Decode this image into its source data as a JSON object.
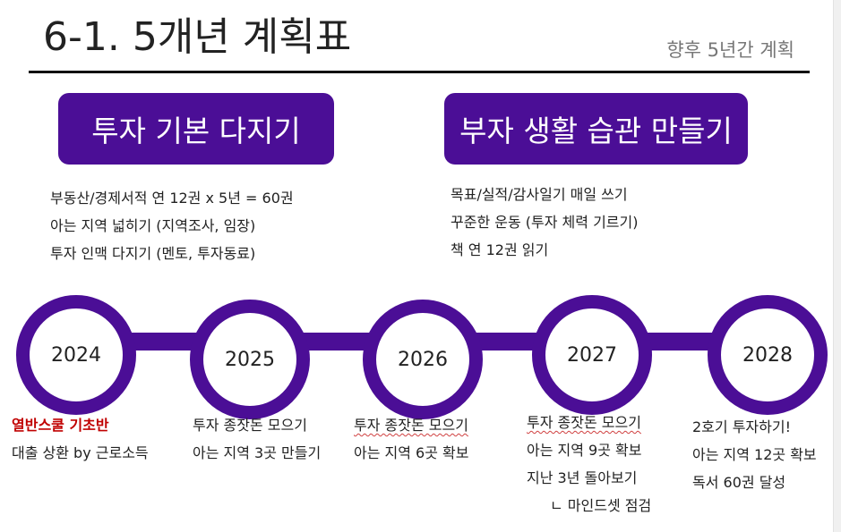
{
  "header": {
    "title": "6-1. 5개년 계획표",
    "subtitle": "향후 5년간 계획"
  },
  "colors": {
    "accent": "#4b0e96",
    "highlight_red": "#c00000"
  },
  "goals": [
    {
      "title": "투자 기본 다지기",
      "items": [
        "부동산/경제서적 연 12권 x 5년 = 60권",
        "아는 지역 넓히기 (지역조사, 임장)",
        "투자 인맥 다지기 (멘토, 투자동료)"
      ]
    },
    {
      "title": "부자 생활 습관 만들기",
      "items": [
        "목표/실적/감사일기 매일 쓰기",
        "꾸준한 운동 (투자 체력 기르기)",
        "책 연 12권 읽기"
      ]
    }
  ],
  "timeline": [
    {
      "year": "2024",
      "items": [
        "열반스쿨 기초반",
        "대출 상환 by 근로소득"
      ]
    },
    {
      "year": "2025",
      "items": [
        "투자 종잣돈 모으기",
        "아는 지역 3곳 만들기"
      ]
    },
    {
      "year": "2026",
      "items": [
        "투자 종잣돈 모으기",
        "아는 지역 6곳 확보"
      ]
    },
    {
      "year": "2027",
      "items": [
        "투자 종잣돈 모으기",
        "아는 지역 9곳 확보",
        "지난 3년 돌아보기",
        "ㄴ 마인드셋 점검"
      ]
    },
    {
      "year": "2028",
      "items": [
        "2호기 투자하기!",
        "아는 지역 12곳 확보",
        "독서 60권 달성"
      ]
    }
  ]
}
